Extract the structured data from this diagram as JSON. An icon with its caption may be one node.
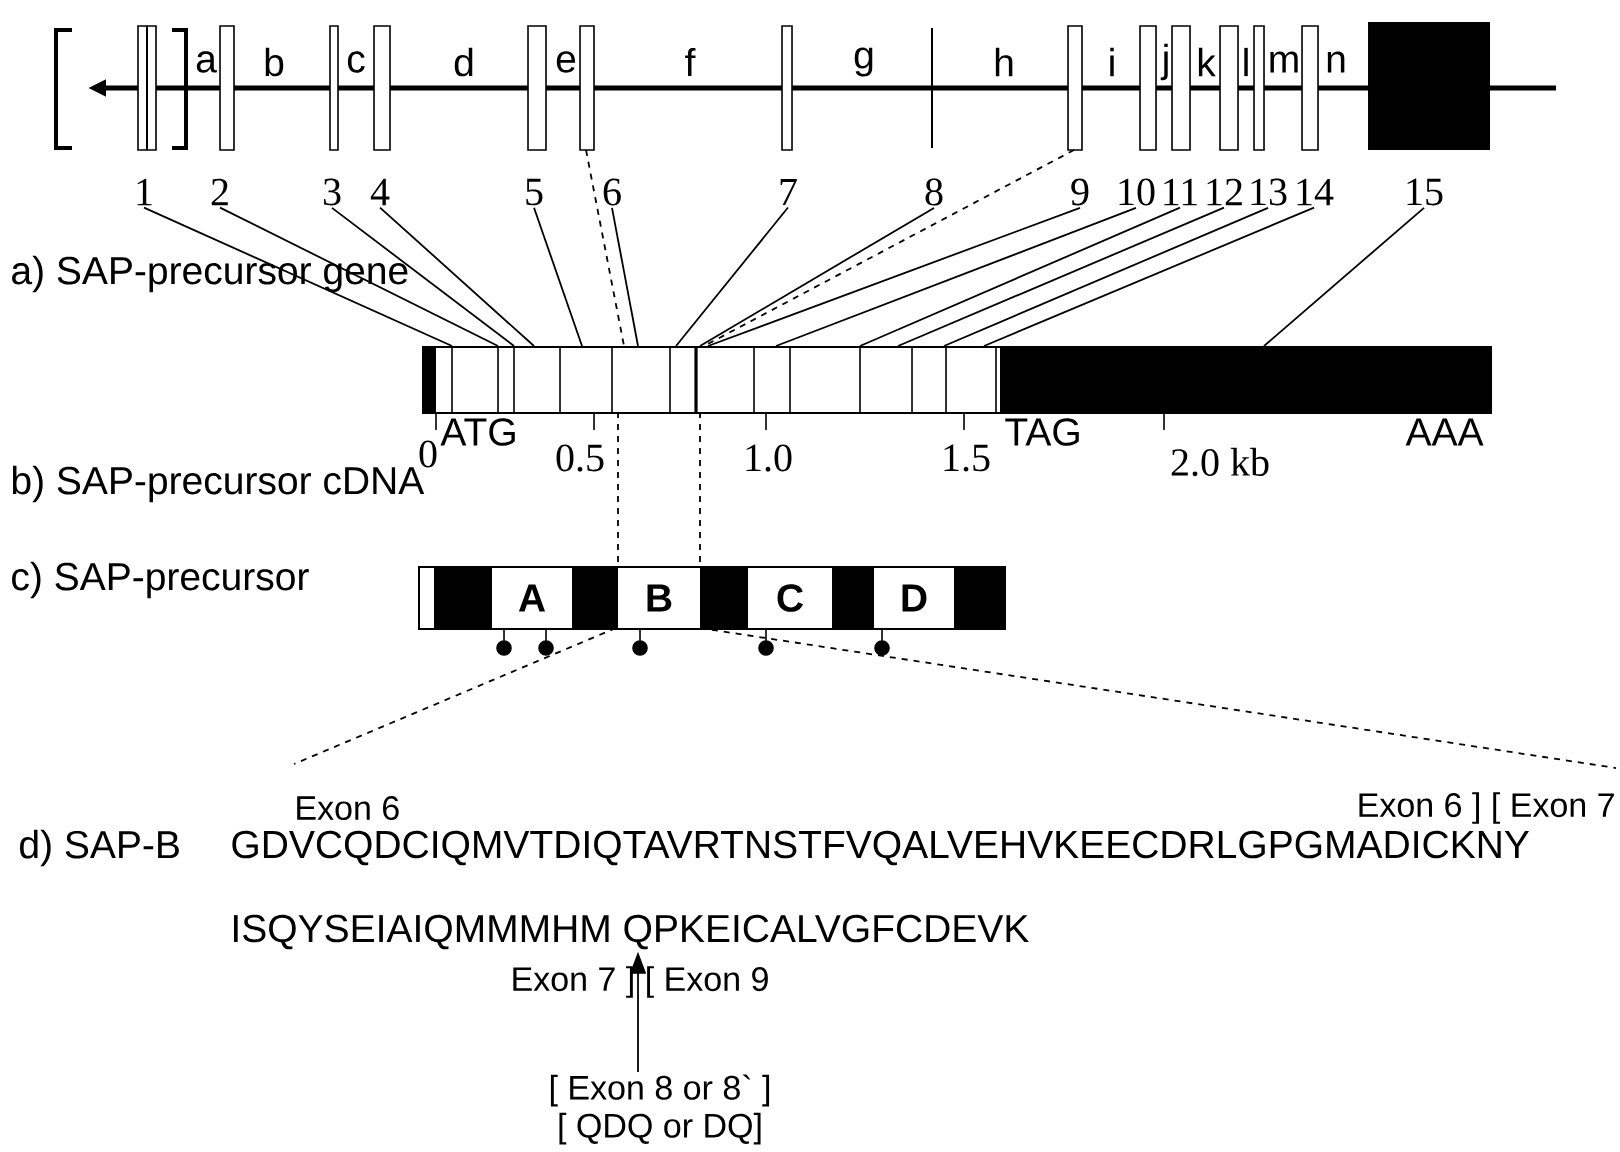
{
  "diagram": {
    "nodes": [
      {
        "text": [],
        "shape": "line"
      },
      {
        "text": [
          "1"
        ]
      },
      {
        "text": [
          "2"
        ]
      },
      {
        "text": [
          "3"
        ]
      },
      {
        "text": [
          "4"
        ]
      },
      {
        "text": [
          "5"
        ]
      },
      {
        "text": [
          "6"
        ]
      },
      {
        "text": [
          "7"
        ]
      },
      {
        "text": [
          "8"
        ]
      },
      {
        "text": [
          "9"
        ]
      },
      {
        "text": [
          "10"
        ]
      },
      {
        "text": [
          "11"
        ]
      },
      {
        "text": [
          "12"
        ]
      },
      {
        "text": [
          "13"
        ]
      },
      {
        "text": [
          "14"
        ]
      },
      {
        "text": [
          "15"
        ]
      },
      {
        "text": [],
        "shape": "bar"
      },
      {
        "text": [],
        "shape": "bar"
      },
      {
        "text": [
          "A"
        ],
        "in": 17
      },
      {
        "text": [
          "B"
        ],
        "in": 17
      },
      {
        "text": [
          "C"
        ],
        "in": 17
      },
      {
        "text": [
          "D"
        ],
        "in": 17
      },
      {
        "text": [
          "[ Exon 8 or 8` ]",
          "[ QDQ or DQ]"
        ]
      },
      {
        "text": [
          "ISQYSEIAIQMMMHM QPKEICALVGFCDEVK"
        ]
      }
    ],
    "edges": [
      {
        "from": 1,
        "to": 16,
        "arrow": "none"
      },
      {
        "from": 2,
        "to": 16,
        "arrow": "none"
      },
      {
        "from": 3,
        "to": 16,
        "arrow": "none"
      },
      {
        "from": 4,
        "to": 16,
        "arrow": "none"
      },
      {
        "from": 5,
        "to": 16,
        "arrow": "none"
      },
      {
        "from": 6,
        "to": 16,
        "arrow": "none"
      },
      {
        "from": 7,
        "to": 16,
        "arrow": "none"
      },
      {
        "from": 8,
        "to": 16,
        "arrow": "none"
      },
      {
        "from": 9,
        "to": 16,
        "arrow": "none"
      },
      {
        "from": 10,
        "to": 16,
        "arrow": "none"
      },
      {
        "from": 11,
        "to": 16,
        "arrow": "none"
      },
      {
        "from": 12,
        "to": 16,
        "arrow": "none"
      },
      {
        "from": 13,
        "to": 16,
        "arrow": "none"
      },
      {
        "from": 14,
        "to": 16,
        "arrow": "none"
      },
      {
        "from": 15,
        "to": 16,
        "arrow": "none"
      },
      {
        "from": 0,
        "to": 16,
        "arrow": "none",
        "style": "dashed"
      },
      {
        "from": 0,
        "to": 16,
        "arrow": "none",
        "style": "dashed"
      },
      {
        "from": 16,
        "to": 19,
        "arrow": "none",
        "style": "dashed"
      },
      {
        "from": 16,
        "to": 19,
        "arrow": "none",
        "style": "dashed"
      },
      {
        "from": 19,
        "to": null,
        "arrow": "none",
        "style": "dashed"
      },
      {
        "from": 19,
        "to": null,
        "arrow": "none",
        "style": "dashed"
      },
      {
        "from": 22,
        "to": 23,
        "arrow": "to"
      }
    ],
    "labels": [
      "a",
      "b",
      "c",
      "d",
      "e",
      "f",
      "g",
      "h",
      "i",
      "j",
      "k",
      "l",
      "m",
      "n",
      "a) SAP-precursor gene",
      "0",
      "ATG",
      "0.5",
      "1.0",
      "1.5",
      "TAG",
      "2.0 kb",
      "AAA",
      "b) SAP-precursor cDNA",
      "c) SAP-precursor",
      "Exon 6",
      "Exon 6 ] [ Exon 7",
      "d) SAP-B",
      "GDVCQDCIQMVTDIQTAVRTNSTFVQALVEHVKEECDRLGPGMADICKNY",
      "Exon 7 ] [ Exon 9"
    ]
  }
}
